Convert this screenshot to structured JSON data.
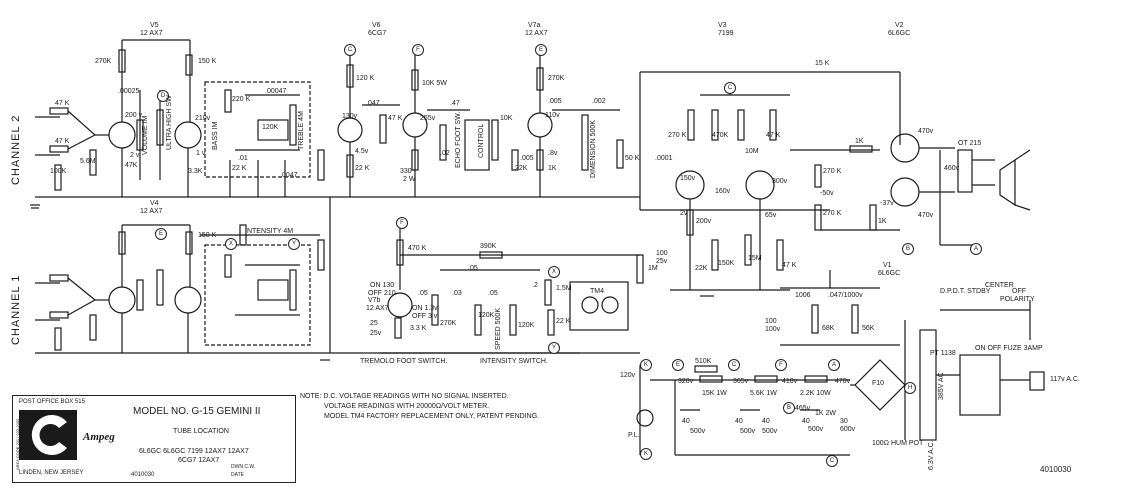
{
  "channels": {
    "ch2": "CHANNEL 2",
    "ch1": "CHANNEL 1"
  },
  "tubes": [
    {
      "ref": "V5",
      "type": "12 AX7"
    },
    {
      "ref": "V6",
      "type": "6CG7"
    },
    {
      "ref": "V7a",
      "type": "12 AX7"
    },
    {
      "ref": "V3",
      "type": "7199"
    },
    {
      "ref": "V2",
      "type": "6L6GC"
    },
    {
      "ref": "V4",
      "type": "12 AX7"
    },
    {
      "ref": "V7b",
      "type": "12 AX7"
    },
    {
      "ref": "V1",
      "type": "6L6GC"
    }
  ],
  "nodes": [
    "A",
    "B",
    "C",
    "D",
    "E",
    "F",
    "H",
    "K",
    "X",
    "Y"
  ],
  "component_labels": {
    "r47k_a": "47 K",
    "r47k_b": "47 K",
    "r100k_a": "100K",
    "r56m_a": "5.6M",
    "r270k_a": "270K",
    "c00025_a": ".00025",
    "r150k_a": "150 K",
    "vol_a": "VOLUME IM",
    "uh_a": "ULTRA HIGH SW",
    "bass_a": "BASS IM",
    "treble_a": "TREBLE 4M",
    "r220k_a": "220 K",
    "c00047_a": ".00047",
    "r120k_a": "120K",
    "c01_a": ".01",
    "r22k_a": "22 K",
    "c0047_a": ".0047",
    "r33k_a": "3.3K",
    "r47k_c": "47K",
    "v200": "200 v",
    "v2": "2 v",
    "v210": "210v",
    "v1": "1 v",
    "r120k_b": "120 K",
    "c047": ".047",
    "v130": "130v",
    "r47k_d": "47 K",
    "v45": "4.5v",
    "r22k_b": "22 K",
    "r10k5w": "10K 5W",
    "c47": ".47",
    "v255": "255v",
    "echo": "ECHO FOOT SW.",
    "tm1": "CONTROL",
    "r330": "330",
    "w2": "2 W",
    "c02": ".02",
    "r10k": "10K",
    "r270k_b": "270K",
    "c005": ".005",
    "v110": "110v",
    "c005b": ".005",
    "r22k_c": "22K",
    "r1k": "1K",
    "v8": ".8v",
    "c002": ".002",
    "dim": "DIMENSION 500K",
    "r50k": "50 K",
    "r15k": "15 K",
    "c0001": ".0001",
    "r270k_c": "270 K",
    "r470k_a": "470K",
    "r10m": "10M",
    "r47k_e": "47 K",
    "v150": "150v",
    "v160": "160v",
    "v2b": "2v",
    "v200b": "200v",
    "v300": "300v",
    "v50n": "-50v",
    "v65": "65v",
    "r270k_d": "270 K",
    "r1k_b": "1K",
    "v37n": "-37v",
    "v470a": "470v",
    "v470b": "470v",
    "v460": "460v",
    "ot": "OT 215",
    "r150k_b": "150 K",
    "int": "INTENSITY 4M",
    "r470k_b": "470 K",
    "r390k": "390K",
    "c05a": ".05",
    "c05b": ".05",
    "c03": ".03",
    "c05c": ".05",
    "r2": ".2",
    "r15m": "1.5M",
    "r1m": "1M",
    "tm4": "TM4",
    "on130": "ON 130",
    "off210": "OFF 210",
    "on3v": "ON 1.3v",
    "off3v": "OFF 3 v",
    "r33k_b": "3.3 K",
    "r270k_e": "270K",
    "r120k_c": "120K",
    "speed": "SPEED 500K",
    "r120k_d": "120K",
    "r22k_d": "22 K",
    "c25": "25",
    "v25": "25v",
    "trem": "TREMOLO FOOT SWITCH.",
    "intsw": "INTENSITY SWITCH.",
    "c100": "100",
    "v100": "100v",
    "c100b": "100",
    "v25b": "25v",
    "r150k_c": "150K",
    "r22k_e": "22K",
    "r15m_b": "15M",
    "r47k_f": "47 K",
    "c047b": ".047/1000v",
    "d1006": "1006",
    "r68k": "68K",
    "r56k": "56K",
    "dpdt": "D.P.D.T. STDBY",
    "center": "CENTER",
    "off": "OFF",
    "polarity": "POLARITY",
    "pt": "PT 1138",
    "onoff": "ON OFF FUZE 3AMP",
    "ac": "117v A.C.",
    "v120": "120v",
    "r510k": "510K",
    "v320": "320v",
    "v365": "365v",
    "v410": "410v",
    "v470c": "470v",
    "r15k1w": "15K 1W",
    "r56k1w": "5.6K 1W",
    "r22k10w": "2.2K 10W",
    "r1k2w": "1K 2W",
    "v465": "465v",
    "c40a": "40",
    "v500a": "500v",
    "c40b": "40",
    "v500b": "500v",
    "c40c": "40",
    "v500c": "500v",
    "c40d": "40",
    "v500d": "500v",
    "c30": "30",
    "v600": "600v",
    "f10": "F10",
    "v385": "385V AC",
    "v63": "6.3V A.C.",
    "pl": "P.L.",
    "hum": "100Ω HUM POT",
    "r1k_c": "1K",
    "r270k_f": "270 K"
  },
  "notes": [
    "NOTE: D.C. VOLTAGE READINGS WITH NO SIGNAL INSERTED.",
    "VOLTAGE READINGS WITH 20000Ω/VOLT METER.",
    "MODEL TM4 FACTORY REPLACEMENT ONLY, PATENT PENDING."
  ],
  "title_block": {
    "po_box": "POST OFFICE BOX 515",
    "phone": "AREA CODE 201 | 933-2000",
    "brand": "Ampeg",
    "city": "LINDEN, NEW JERSEY",
    "model": "MODEL NO. G-15  GEMINI II",
    "tube_location": "TUBE LOCATION",
    "tube_row1": "6L6GC 6L6GC 7199 12AX7 12AX7",
    "tube_row2": "6CG7   12AX7",
    "drawn": "DWN  C.W.",
    "date": "DATE",
    "doc": "4010030"
  },
  "doc_number": "4010030"
}
